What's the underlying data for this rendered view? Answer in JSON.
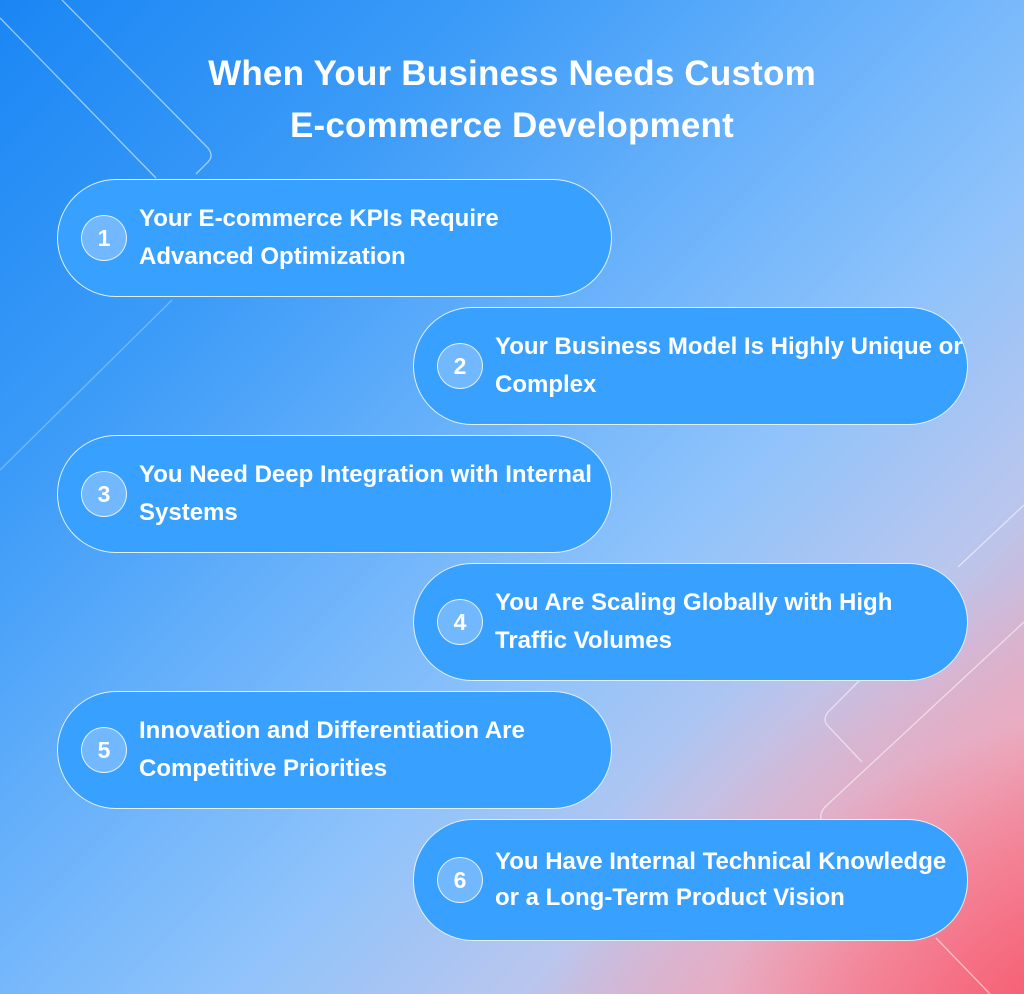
{
  "title": {
    "line1": "When Your Business Needs Custom",
    "line2": "E-commerce Development"
  },
  "items": [
    {
      "number": "1",
      "text": "Your E-commerce KPIs Require Advanced Optimization",
      "side": "left"
    },
    {
      "number": "2",
      "text": "Your Business Model Is Highly Unique or Complex",
      "side": "right"
    },
    {
      "number": "3",
      "text": "You Need Deep Integration with Internal Systems",
      "side": "left"
    },
    {
      "number": "4",
      "text": "You Are Scaling Globally with High Traffic Volumes",
      "side": "right"
    },
    {
      "number": "5",
      "text": "Innovation and Differentiation Are Competitive Priorities",
      "side": "left"
    },
    {
      "number": "6",
      "text": "You Have Internal Technical Knowledge or a Long-Term Product Vision",
      "side": "right"
    }
  ],
  "colors": {
    "card": "#38a0ff",
    "badge": "#72b8ff",
    "bg_top_left": "#1a86f4",
    "bg_bottom_right": "#f46a7c",
    "text": "#ffffff"
  }
}
